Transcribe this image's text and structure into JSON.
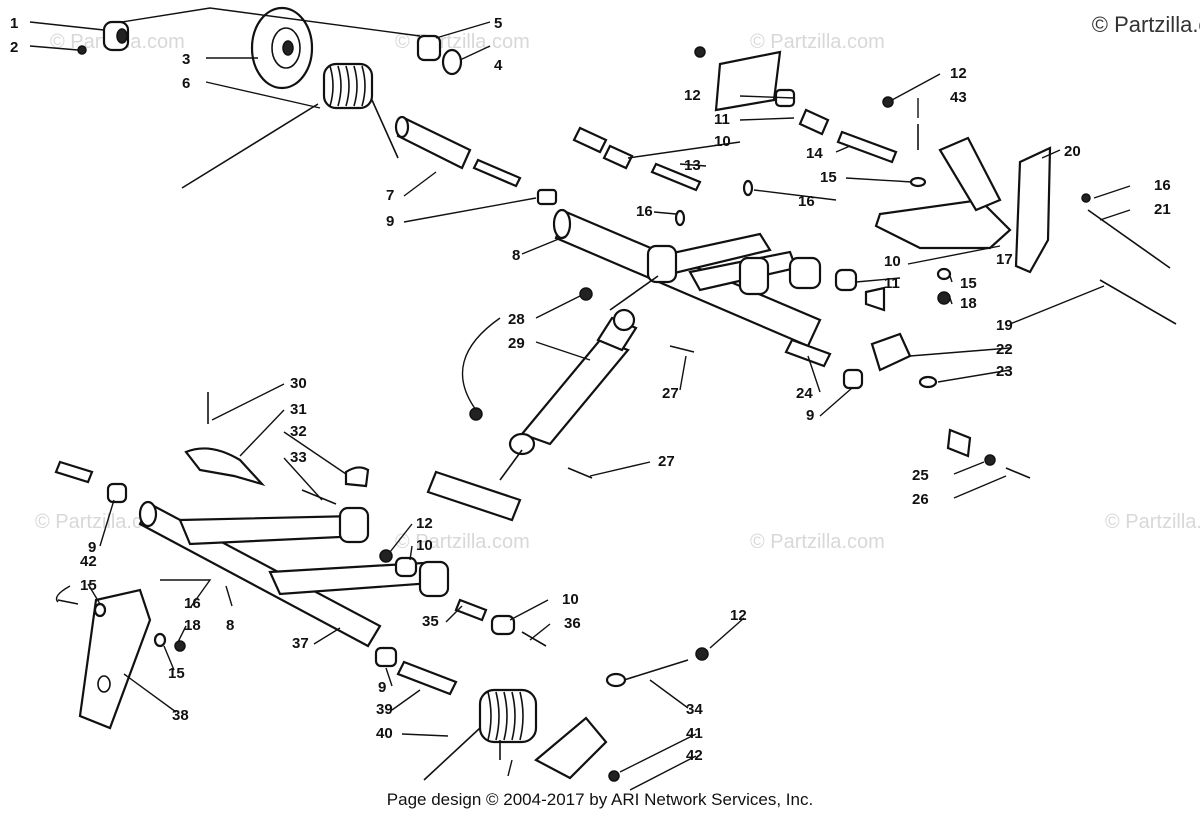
{
  "copyright": "© Partzilla.com",
  "watermark": "© Partzilla.com",
  "footer": "Page design © 2004-2017 by ARI Network Services, Inc.",
  "callouts": [
    {
      "id": "c1",
      "text": "1"
    },
    {
      "id": "c2",
      "text": "2"
    },
    {
      "id": "c3",
      "text": "3"
    },
    {
      "id": "c4",
      "text": "4"
    },
    {
      "id": "c5",
      "text": "5"
    },
    {
      "id": "c6",
      "text": "6"
    },
    {
      "id": "c7",
      "text": "7"
    },
    {
      "id": "c8",
      "text": "8"
    },
    {
      "id": "c9a",
      "text": "9"
    },
    {
      "id": "c9b",
      "text": "9"
    },
    {
      "id": "c9c",
      "text": "9"
    },
    {
      "id": "c9d",
      "text": "9"
    },
    {
      "id": "c10a",
      "text": "10"
    },
    {
      "id": "c10b",
      "text": "10"
    },
    {
      "id": "c10c",
      "text": "10"
    },
    {
      "id": "c10d",
      "text": "10"
    },
    {
      "id": "c11a",
      "text": "11"
    },
    {
      "id": "c11b",
      "text": "11"
    },
    {
      "id": "c12a",
      "text": "12"
    },
    {
      "id": "c12b",
      "text": "12"
    },
    {
      "id": "c12c",
      "text": "12"
    },
    {
      "id": "c12d",
      "text": "12"
    },
    {
      "id": "c13",
      "text": "13"
    },
    {
      "id": "c14",
      "text": "14"
    },
    {
      "id": "c15a",
      "text": "15"
    },
    {
      "id": "c15b",
      "text": "15"
    },
    {
      "id": "c15c",
      "text": "15"
    },
    {
      "id": "c15d",
      "text": "15"
    },
    {
      "id": "c16a",
      "text": "16"
    },
    {
      "id": "c16b",
      "text": "16"
    },
    {
      "id": "c16c",
      "text": "16"
    },
    {
      "id": "c16d",
      "text": "16"
    },
    {
      "id": "c17",
      "text": "17"
    },
    {
      "id": "c18a",
      "text": "18"
    },
    {
      "id": "c18b",
      "text": "18"
    },
    {
      "id": "c19",
      "text": "19"
    },
    {
      "id": "c20",
      "text": "20"
    },
    {
      "id": "c21",
      "text": "21"
    },
    {
      "id": "c22",
      "text": "22"
    },
    {
      "id": "c23",
      "text": "23"
    },
    {
      "id": "c24",
      "text": "24"
    },
    {
      "id": "c25",
      "text": "25"
    },
    {
      "id": "c26",
      "text": "26"
    },
    {
      "id": "c27a",
      "text": "27"
    },
    {
      "id": "c27b",
      "text": "27"
    },
    {
      "id": "c28",
      "text": "28"
    },
    {
      "id": "c29",
      "text": "29"
    },
    {
      "id": "c30",
      "text": "30"
    },
    {
      "id": "c31",
      "text": "31"
    },
    {
      "id": "c32",
      "text": "32"
    },
    {
      "id": "c33",
      "text": "33"
    },
    {
      "id": "c34",
      "text": "34"
    },
    {
      "id": "c35",
      "text": "35"
    },
    {
      "id": "c36",
      "text": "36"
    },
    {
      "id": "c37",
      "text": "37"
    },
    {
      "id": "c38",
      "text": "38"
    },
    {
      "id": "c39",
      "text": "39"
    },
    {
      "id": "c40",
      "text": "40"
    },
    {
      "id": "c41",
      "text": "41"
    },
    {
      "id": "c42a",
      "text": "42"
    },
    {
      "id": "c42b",
      "text": "42"
    },
    {
      "id": "c43",
      "text": "43"
    },
    {
      "id": "c8b",
      "text": "8"
    }
  ]
}
